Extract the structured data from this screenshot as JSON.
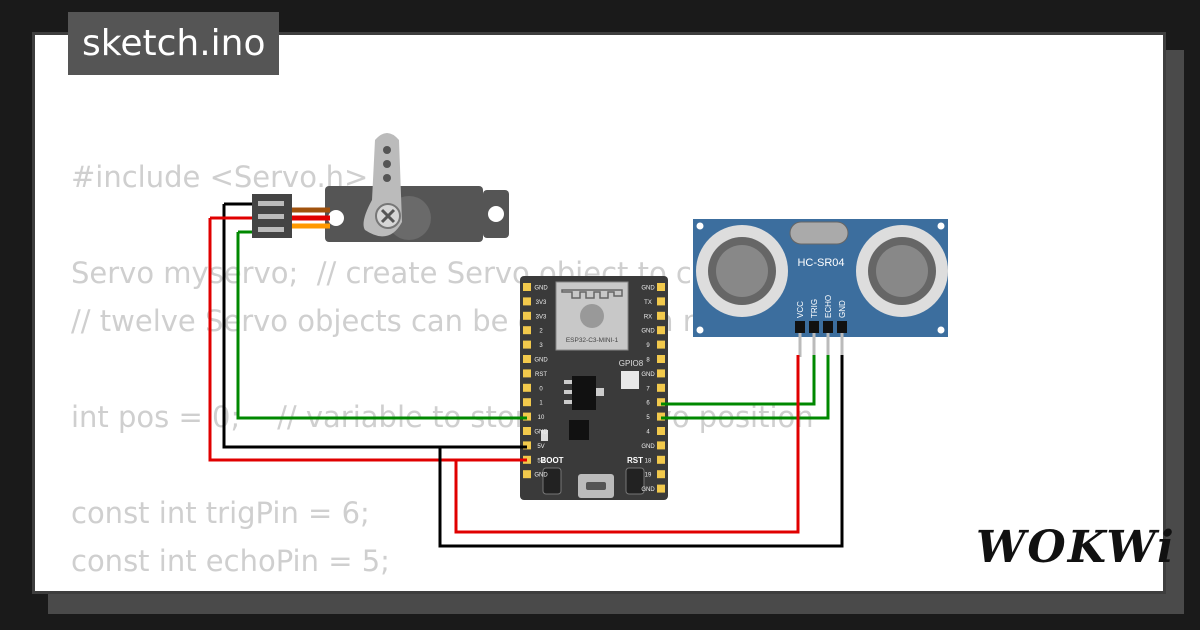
{
  "header": {
    "filename": "sketch.ino"
  },
  "code_lines": [
    "#include <Servo.h>",
    "",
    "Servo myservo;  // create Servo object to control a servo",
    "// twelve Servo objects can be created on most boards",
    "",
    "int pos = 0;    // variable to store the servo position",
    "",
    "const int trigPin = 6;",
    "const int echoPin = 5;"
  ],
  "board": {
    "module_label": "ESP32-C3-MINI-1",
    "led_label": "GPIO8",
    "boot_label": "BOOT",
    "rst_label": "RST",
    "left_pins": [
      "GND",
      "3V3",
      "3V3",
      "2",
      "3",
      "GND",
      "RST",
      "0",
      "1",
      "10",
      "GND",
      "5V",
      "5V",
      "GND"
    ],
    "right_pins": [
      "GND",
      "TX",
      "RX",
      "GND",
      "9",
      "8",
      "GND",
      "7",
      "6",
      "5",
      "4",
      "GND",
      "18",
      "19",
      "GND"
    ]
  },
  "sensor": {
    "label": "HC-SR04",
    "pins": [
      "VCC",
      "TRIG",
      "ECHO",
      "GND"
    ]
  },
  "brand": {
    "logo": "WOKWi"
  },
  "colors": {
    "wire_red": "#e00000",
    "wire_green": "#008800",
    "wire_black": "#000000",
    "board": "#3a3a3a",
    "sensor": "#3c6e9e",
    "servo": "#505050"
  }
}
